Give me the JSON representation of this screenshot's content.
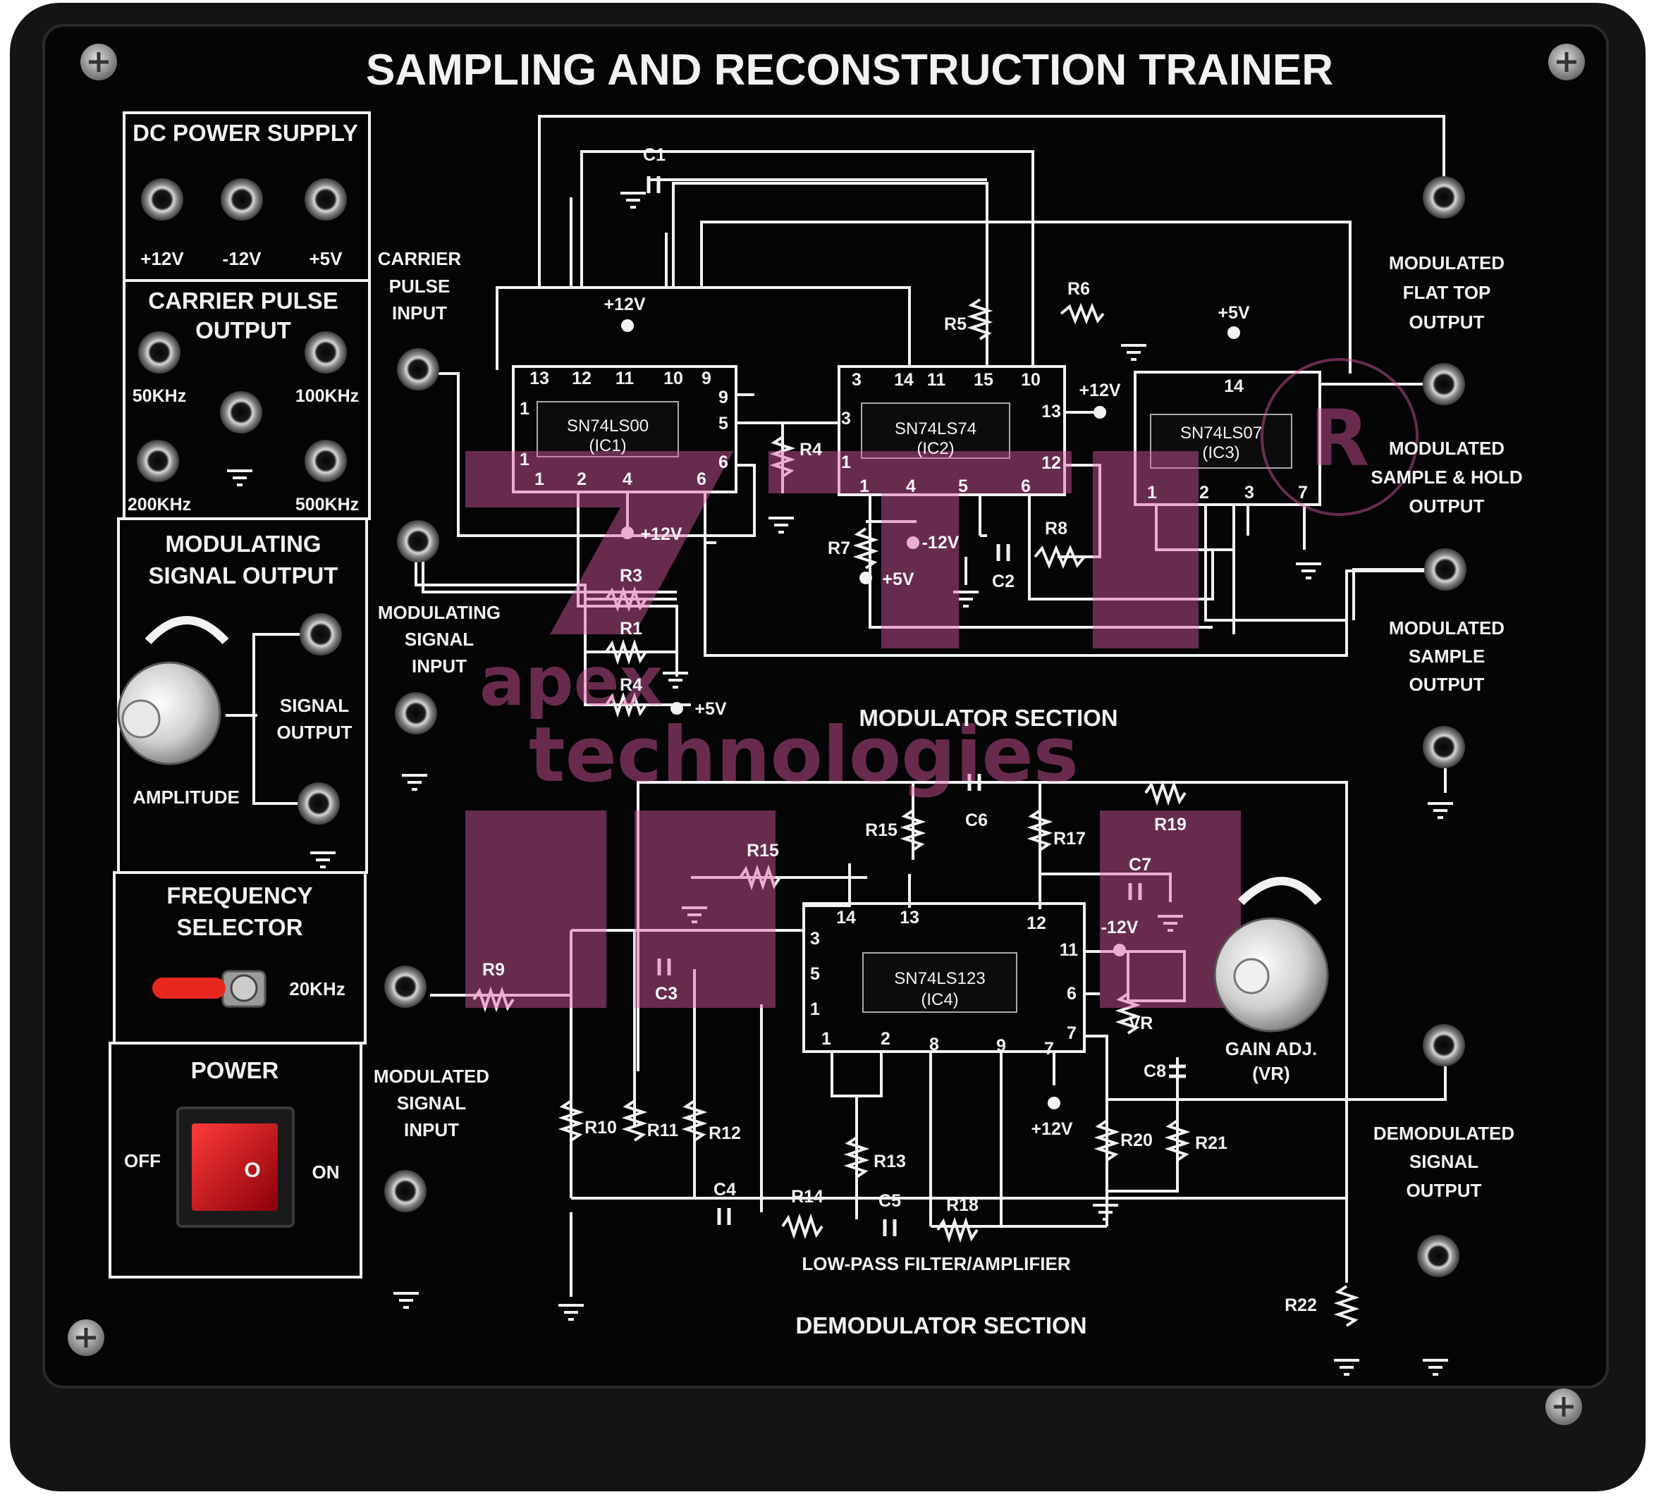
{
  "title": "SAMPLING AND RECONSTRUCTION TRAINER",
  "dc_power": {
    "heading": "DC POWER SUPPLY",
    "jacks": [
      "+12V",
      "-12V",
      "+5V"
    ]
  },
  "carrier_pulse": {
    "heading_line1": "CARRIER PULSE",
    "heading_line2": "OUTPUT",
    "freqs": [
      "50KHz",
      "100KHz",
      "200KHz",
      "500KHz"
    ]
  },
  "modulating_out": {
    "heading_line1": "MODULATING",
    "heading_line2": "SIGNAL OUTPUT",
    "signal_line1": "SIGNAL",
    "signal_line2": "OUTPUT",
    "knob_label": "AMPLITUDE"
  },
  "freq_selector": {
    "heading_line1": "FREQUENCY",
    "heading_line2": "SELECTOR",
    "value": "20KHz"
  },
  "power": {
    "heading": "POWER",
    "off": "OFF",
    "on": "ON",
    "rocker_symbol": "O"
  },
  "inputs": {
    "carrier_1": "CARRIER",
    "carrier_2": "PULSE",
    "carrier_3": "INPUT",
    "modsig_1": "MODULATING",
    "modsig_2": "SIGNAL",
    "modsig_3": "INPUT",
    "modded_1": "MODULATED",
    "modded_2": "SIGNAL",
    "modded_3": "INPUT"
  },
  "outputs": {
    "flat_1": "MODULATED",
    "flat_2": "FLAT TOP",
    "flat_3": "OUTPUT",
    "sh_1": "MODULATED",
    "sh_2": "SAMPLE & HOLD",
    "sh_3": "OUTPUT",
    "samp_1": "MODULATED",
    "samp_2": "SAMPLE",
    "samp_3": "OUTPUT",
    "demod_1": "DEMODULATED",
    "demod_2": "SIGNAL",
    "demod_3": "OUTPUT"
  },
  "modulator_section": "MODULATOR SECTION",
  "demodulator_section": "DEMODULATOR SECTION",
  "lpf_label": "LOW-PASS FILTER/AMPLIFIER",
  "gain_line1": "GAIN ADJ.",
  "gain_line2": "(VR)",
  "ics": {
    "ic1_name": "SN74LS00",
    "ic1_ref": "(IC1)",
    "ic2_name": "SN74LS74",
    "ic2_ref": "(IC2)",
    "ic3_name": "SN74LS07",
    "ic3_ref": "(IC3)",
    "ic4_name": "SN74LS123",
    "ic4_ref": "(IC4)"
  },
  "pins": {
    "ic1_top": [
      "13",
      "12",
      "11",
      "10",
      "9"
    ],
    "ic1_right": [
      "9",
      "5",
      "6"
    ],
    "ic1_left": [
      "1",
      "1"
    ],
    "ic1_bottom": [
      "1",
      "2",
      "4",
      "6"
    ],
    "ic2_top": [
      "3",
      "14",
      "11",
      "15",
      "10"
    ],
    "ic2_left": [
      "3",
      "1"
    ],
    "ic2_right": [
      "13",
      "12"
    ],
    "ic2_bottom": [
      "1",
      "4",
      "5",
      "6"
    ],
    "ic3_top": [
      "14"
    ],
    "ic3_bottom": [
      "1",
      "2",
      "3",
      "7"
    ],
    "ic4_top": [
      "14",
      "13",
      "12"
    ],
    "ic4_left": [
      "3",
      "5",
      "1"
    ],
    "ic4_right": [
      "11",
      "6",
      "7"
    ],
    "ic4_bottom": [
      "1",
      "2",
      "8",
      "9",
      "7"
    ]
  },
  "components": {
    "c1": "C1",
    "c2": "C2",
    "c3": "C3",
    "c4": "C4",
    "c5": "C5",
    "c6": "C6",
    "c7": "C7",
    "c8": "C8",
    "r1": "R1",
    "r3": "R3",
    "r4a": "R4",
    "r4b": "R4",
    "r5": "R5",
    "r6": "R6",
    "r7": "R7",
    "r8": "R8",
    "r9": "R9",
    "r10": "R10",
    "r11": "R11",
    "r12": "R12",
    "r13": "R13",
    "r14": "R14",
    "r15a": "R15",
    "r15b": "R15",
    "r17": "R17",
    "r18": "R18",
    "r19": "R19",
    "r20": "R20",
    "r21": "R21",
    "r22": "R22",
    "vr": "VR"
  },
  "supply_labels": {
    "p12_ic1": "+12V",
    "p12_ic1b": "+12V",
    "p5_ic3": "+5V",
    "p12_ic2": "+12V",
    "m12_r7": "-12V",
    "p5_r7": "+5V",
    "p5_r4": "+5V",
    "m12_ic4": "-12V",
    "p12_ic4": "+12V"
  },
  "watermark": {
    "line1": "apex",
    "line2": "technologies",
    "mark": "R"
  },
  "colors": {
    "panel": "#050505",
    "frame": "#161616",
    "line": "#f2f2f2",
    "watermark": "#e15aa8",
    "rocker": "#c80d12",
    "toggle": "#e8281f"
  }
}
